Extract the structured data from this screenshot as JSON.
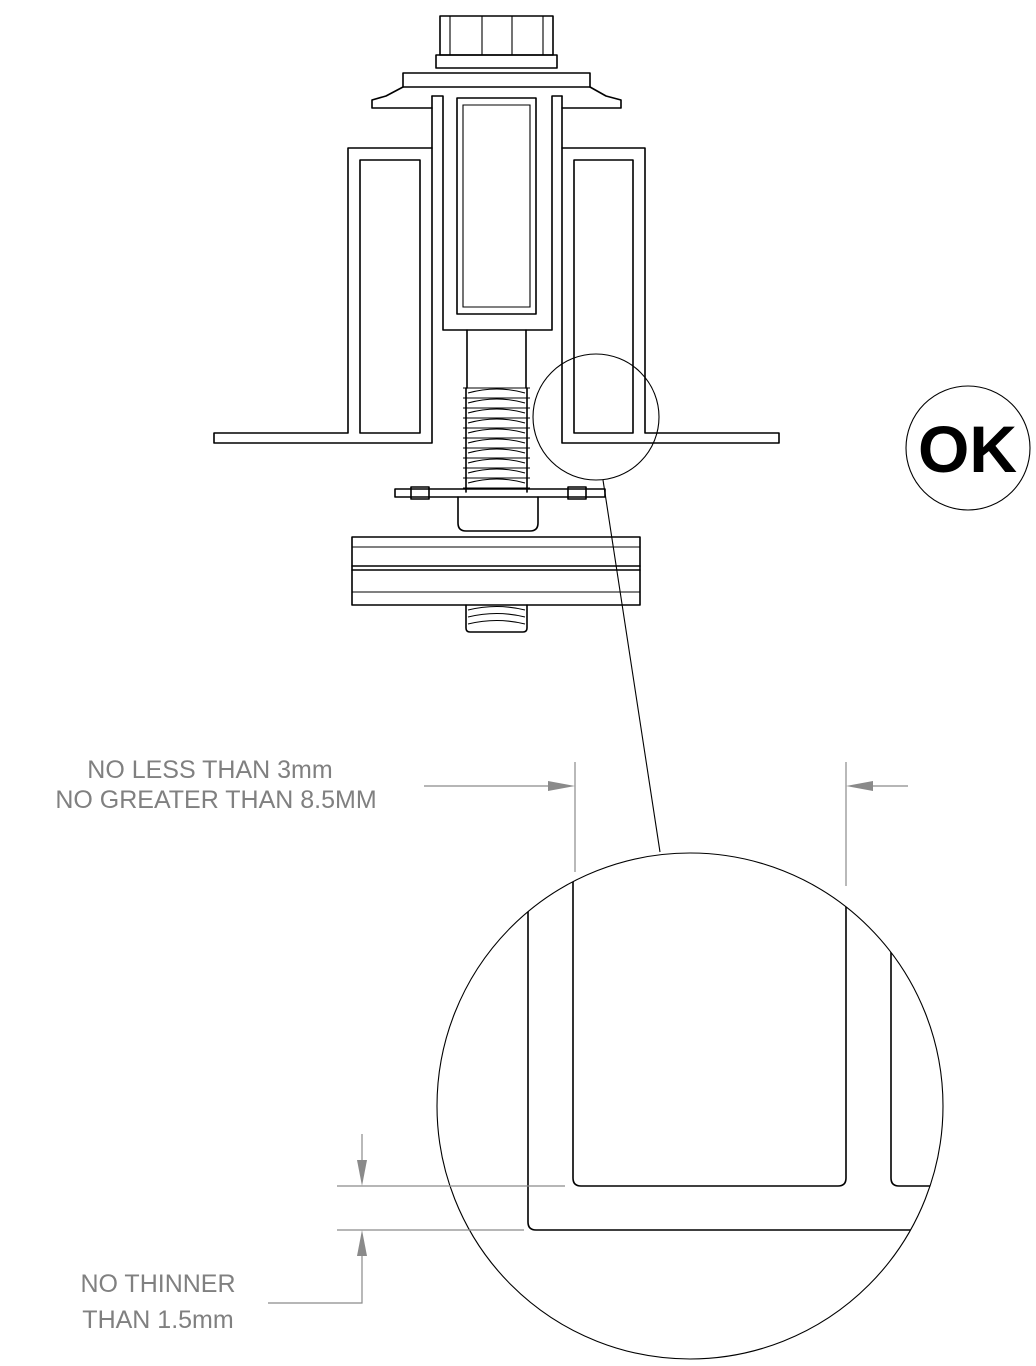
{
  "status_badge": "OK",
  "gap_callout": {
    "line1": "NO LESS THAN 3mm",
    "line2": "NO GREATER THAN 8.5MM"
  },
  "thickness_callout": {
    "line1": "NO THINNER",
    "line2": "THAN 1.5mm"
  },
  "colors": {
    "line": "#000000",
    "dimension": "#8a8a8a",
    "annotation_text": "#808080"
  }
}
